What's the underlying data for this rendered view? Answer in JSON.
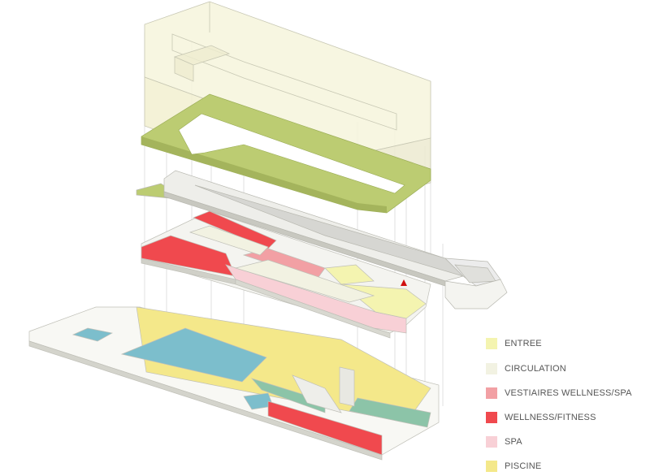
{
  "legend": [
    {
      "label": "ENTREE",
      "color": "#f4f4b0"
    },
    {
      "label": "CIRCULATION",
      "color": "#f2f2e2"
    },
    {
      "label": "VESTIAIRES WELLNESS/SPA",
      "color": "#f2a0a4"
    },
    {
      "label": "WELLNESS/FITNESS",
      "color": "#f0494e"
    },
    {
      "label": "SPA",
      "color": "#f8d0d6"
    },
    {
      "label": "PISCINE",
      "color": "#f4e88a"
    }
  ],
  "colors": {
    "roof_volume": "#f6f4dc",
    "green_roof": "#bccc72",
    "pool_water": "#7cbecc",
    "pool_green": "#8cc4a8",
    "slab": "#f4f4f0",
    "outline": "#c8c8bc",
    "marker": "#d01010"
  }
}
